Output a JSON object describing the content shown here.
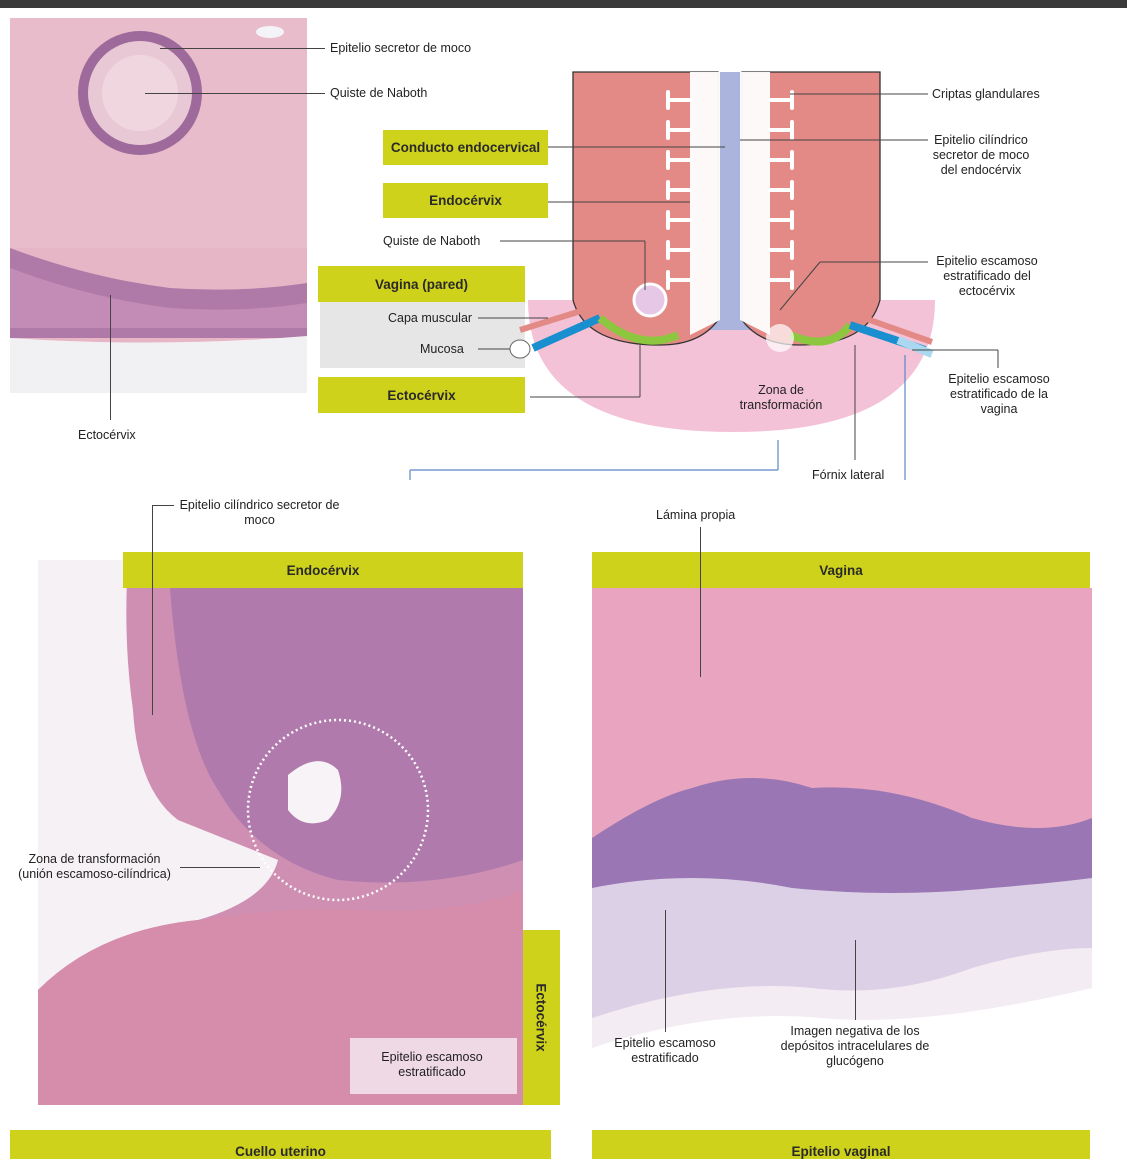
{
  "top_left": {
    "labels": {
      "epitelio_secretor": "Epitelio secretor de moco",
      "quiste_naboth": "Quiste de Naboth",
      "ectocervix": "Ectocérvix"
    }
  },
  "diagram": {
    "boxes": {
      "conducto": "Conducto endocervical",
      "endocervix": "Endocérvix",
      "vagina_pared": "Vagina (pared)",
      "ectocervix": "Ectocérvix"
    },
    "labels": {
      "quiste_naboth": "Quiste de Naboth",
      "capa_muscular": "Capa muscular",
      "mucosa": "Mucosa",
      "zona_transformacion": "Zona de transformación",
      "fornix_lateral": "Fórnix lateral",
      "criptas": "Criptas glandulares",
      "epitelio_cilindrico": "Epitelio cilíndrico secretor de moco del endocérvix",
      "epitelio_escamoso_ecto": "Epitelio escamoso estratificado del ectocérvix",
      "epitelio_escamoso_vagina": "Epitelio escamoso estratificado de la vagina"
    }
  },
  "bottom_left": {
    "header": "Endocérvix",
    "side_box": "Ectocérvix",
    "footer": "Cuello uterino",
    "labels": {
      "epitelio_cilindrico": "Epitelio cilíndrico secretor de moco",
      "zona": "Zona de transformación (unión escamoso-cilíndrica)",
      "epitelio_escamoso": "Epitelio escamoso estratificado"
    }
  },
  "bottom_right": {
    "header": "Vagina",
    "footer": "Epitelio vaginal",
    "labels": {
      "lamina_propia": "Lámina propia",
      "epitelio_escamoso": "Epitelio escamoso estratificado",
      "imagen_negativa": "Imagen negativa de los depósitos intracelulares de glucógeno"
    }
  },
  "colors": {
    "yellow": "#cfd21a",
    "tissue_pink": "#e38a86",
    "stroma_pink": "#f4c2d6",
    "canal_blue": "#aab4dc",
    "muscle_gray": "#e6e6e6",
    "blue_epithelium": "#1a8fcf",
    "green_epithelium": "#8dc63f"
  }
}
